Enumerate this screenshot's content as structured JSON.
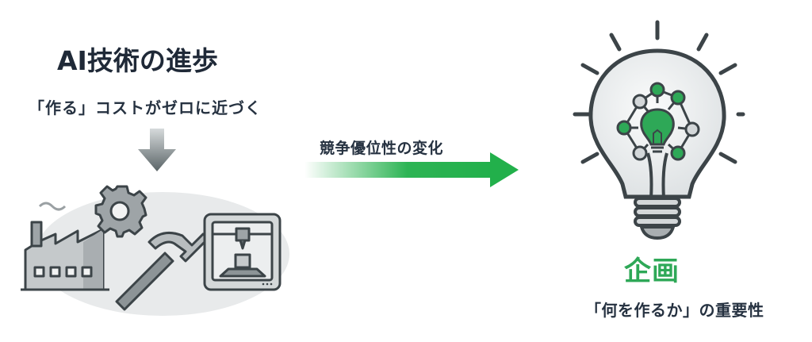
{
  "left_panel": {
    "title": "AI技術の進歩",
    "subtitle": "「作る」コストがゼロに近づく",
    "icons": [
      "down-arrow-icon",
      "factory-icon",
      "gear-icon",
      "hammer-icon",
      "3d-printer-icon"
    ]
  },
  "center": {
    "arrow_label": "競争優位性の変化",
    "arrow_color": "#22b04b"
  },
  "right_panel": {
    "title": "企画",
    "subtitle": "「何を作るか」の重要性",
    "title_color": "#2ea857",
    "icons": [
      "lightbulb-icon",
      "network-icon"
    ]
  },
  "colors": {
    "text_dark": "#1f2937",
    "accent_green": "#2ea857",
    "icon_gray": "#3c4448"
  }
}
